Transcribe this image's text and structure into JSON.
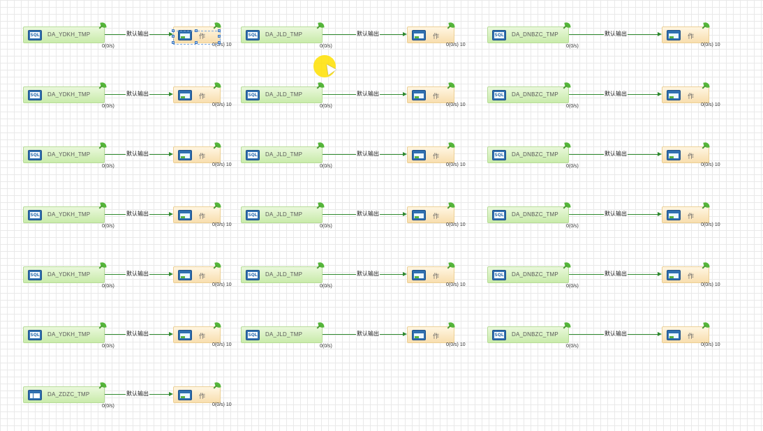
{
  "diagram": {
    "hop_label": "默认输出",
    "colors": {
      "hop": "#2f8a2f",
      "source_fill": "#c9ebaa",
      "target_fill": "#f8deae",
      "cursor": "#ffe100"
    },
    "columns": [
      {
        "source_name": "DA_YDKH_TMP",
        "source_icon": "sql-icon",
        "target_glyph": "作"
      },
      {
        "source_name": "DA_JLD_TMP",
        "source_icon": "sql-icon",
        "target_glyph": "作"
      },
      {
        "source_name": "DA_DNBZC_TMP",
        "source_icon": "sql-icon",
        "target_glyph": "作"
      }
    ],
    "rows": [
      {
        "source_stat": "0(0/s)",
        "target_stat": "0(0/s) 10"
      },
      {
        "source_stat": "0(0/s)",
        "target_stat": "0(0/s) 10"
      },
      {
        "source_stat": "0(0/s)",
        "target_stat": "0(0/s) 10"
      },
      {
        "source_stat": "0(0/s)",
        "target_stat": "0(0/s) 10"
      },
      {
        "source_stat": "0(0/s)",
        "target_stat": "0(0/s) 10"
      },
      {
        "source_stat": "0(0/s)",
        "target_stat": "0(0/s) 10"
      }
    ],
    "last_flow": {
      "source_name": "DA_ZDZC_TMP",
      "source_icon": "table-icon",
      "target_glyph": "作",
      "source_stat": "0(0/s)",
      "target_stat": "0(0/s) 10"
    },
    "selected_step": "row-1-col-1-target"
  }
}
